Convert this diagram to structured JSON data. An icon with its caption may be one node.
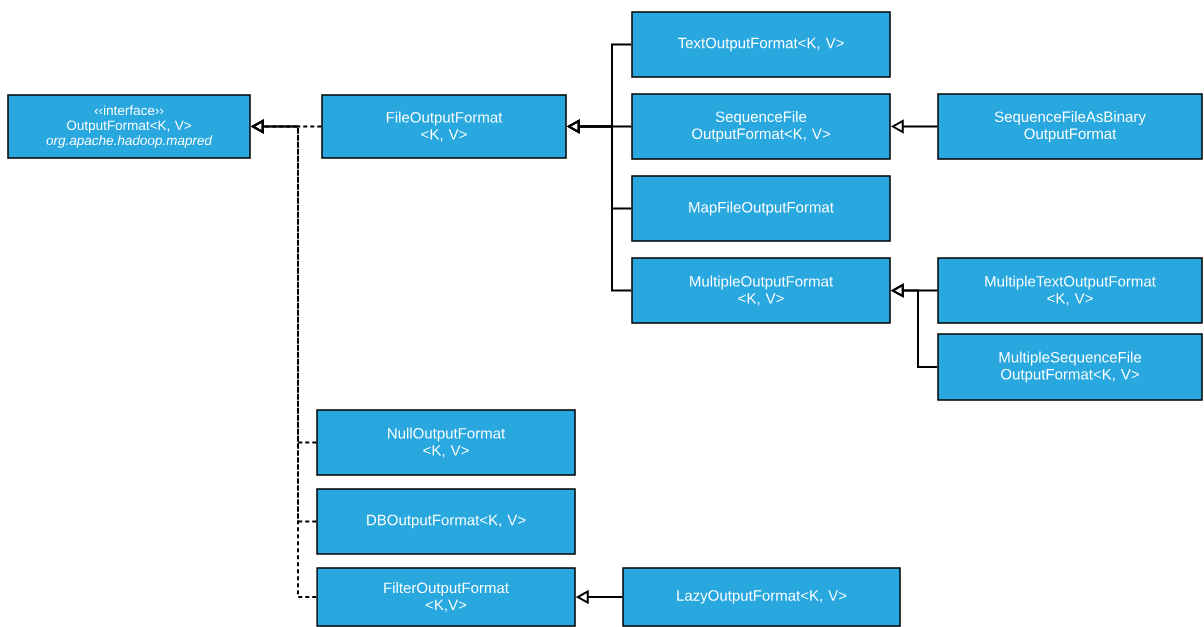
{
  "diagram": {
    "nodes": [
      {
        "text": [
          "‹‹interface››",
          "OutputFormat<K, V>",
          "org.apache.hadoop.mapred"
        ]
      },
      {
        "text": [
          "FileOutputFormat <K, V>"
        ]
      },
      {
        "text": [
          "TextOutputFormat<K, V>"
        ]
      },
      {
        "text": [
          "SequenceFile OutputFormat<K, V>"
        ]
      },
      {
        "text": [
          "MapFileOutputFormat"
        ]
      },
      {
        "text": [
          "MultipleOutputFormat <K, V>"
        ]
      },
      {
        "text": [
          "SequenceFileAsBinary OutputFormat"
        ]
      },
      {
        "text": [
          "MultipleTextOutputFormat <K, V>"
        ]
      },
      {
        "text": [
          "MultipleSequenceFile OutputFormat<K, V>"
        ]
      },
      {
        "text": [
          "NullOutputFormat <K, V>"
        ]
      },
      {
        "text": [
          "DBOutputFormat<K, V>"
        ]
      },
      {
        "text": [
          "FilterOutputFormat <K,V>"
        ]
      },
      {
        "text": [
          "LazyOutputFormat<K, V>"
        ]
      }
    ],
    "edges": [
      {
        "from": 1,
        "to": 0,
        "arrow": "to",
        "style": "dashed"
      },
      {
        "from": 9,
        "to": 0,
        "arrow": "to",
        "style": "dashed"
      },
      {
        "from": 10,
        "to": 0,
        "arrow": "to",
        "style": "dashed"
      },
      {
        "from": 11,
        "to": 0,
        "arrow": "to",
        "style": "dashed"
      },
      {
        "from": 2,
        "to": 1,
        "arrow": "to"
      },
      {
        "from": 3,
        "to": 1,
        "arrow": "to"
      },
      {
        "from": 4,
        "to": 1,
        "arrow": "to"
      },
      {
        "from": 5,
        "to": 1,
        "arrow": "to"
      },
      {
        "from": 6,
        "to": 3,
        "arrow": "to"
      },
      {
        "from": 7,
        "to": 5,
        "arrow": "to"
      },
      {
        "from": 8,
        "to": 5,
        "arrow": "to"
      },
      {
        "from": 12,
        "to": 11,
        "arrow": "to"
      }
    ]
  }
}
